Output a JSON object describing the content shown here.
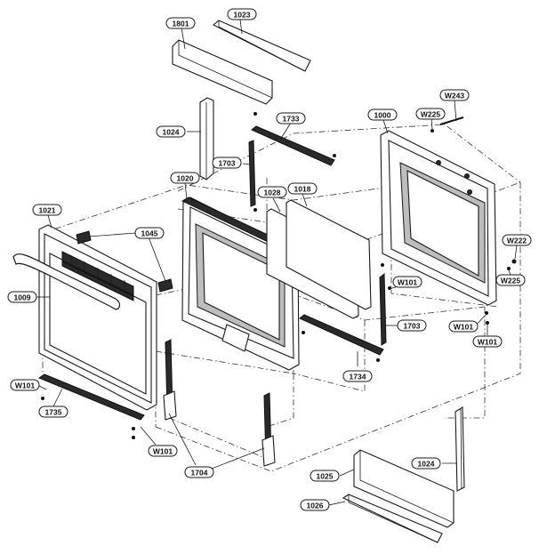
{
  "callouts": [
    {
      "id": "c-1023",
      "label": "1023"
    },
    {
      "id": "c-1801",
      "label": "1801"
    },
    {
      "id": "c-1024-top",
      "label": "1024"
    },
    {
      "id": "c-1733",
      "label": "1733"
    },
    {
      "id": "c-1703-top",
      "label": "1703"
    },
    {
      "id": "c-1000",
      "label": "1000"
    },
    {
      "id": "c-W225-top",
      "label": "W225"
    },
    {
      "id": "c-W243",
      "label": "W243"
    },
    {
      "id": "c-1020",
      "label": "1020"
    },
    {
      "id": "c-1028",
      "label": "1028"
    },
    {
      "id": "c-1018",
      "label": "1018"
    },
    {
      "id": "c-1021",
      "label": "1021"
    },
    {
      "id": "c-1045",
      "label": "1045"
    },
    {
      "id": "c-1009",
      "label": "1009"
    },
    {
      "id": "c-W222",
      "label": "W222"
    },
    {
      "id": "c-W225-right",
      "label": "W225"
    },
    {
      "id": "c-W101-mid",
      "label": "W101"
    },
    {
      "id": "c-1703-bottom",
      "label": "1703"
    },
    {
      "id": "c-W101-right1",
      "label": "W101"
    },
    {
      "id": "c-W101-right2",
      "label": "W101"
    },
    {
      "id": "c-1734",
      "label": "1734"
    },
    {
      "id": "c-W101-left",
      "label": "W101"
    },
    {
      "id": "c-1735",
      "label": "1735"
    },
    {
      "id": "c-W101-bottom",
      "label": "W101"
    },
    {
      "id": "c-1704",
      "label": "1704"
    },
    {
      "id": "c-1024-bottom",
      "label": "1024"
    },
    {
      "id": "c-1025",
      "label": "1025"
    },
    {
      "id": "c-1026",
      "label": "1026"
    }
  ]
}
